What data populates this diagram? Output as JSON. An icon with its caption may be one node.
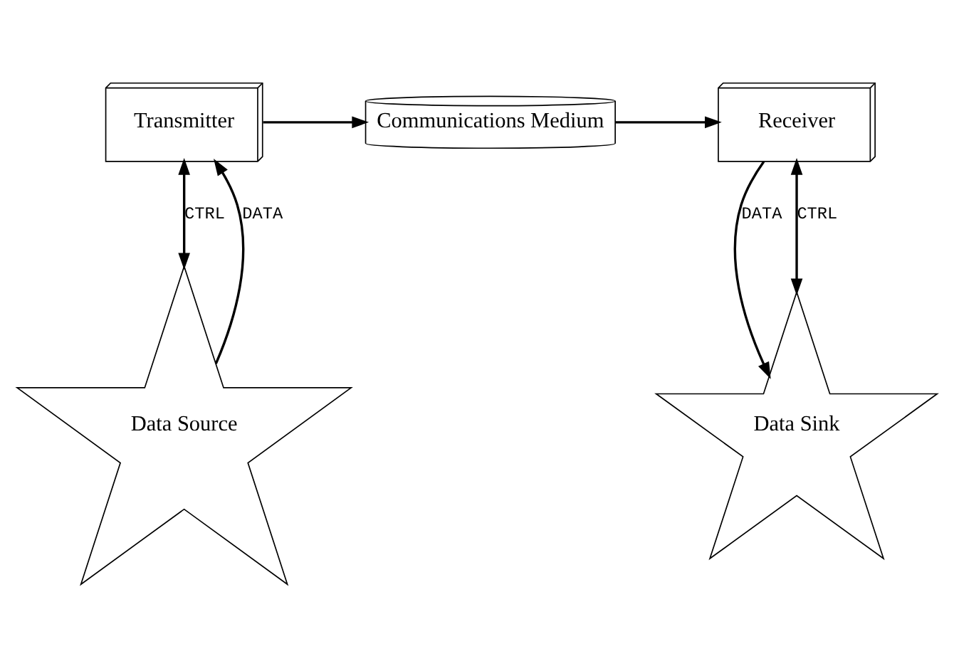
{
  "diagram": {
    "nodes": [
      {
        "text": [
          "Transmitter"
        ]
      },
      {
        "text": [
          "Communications Medium"
        ]
      },
      {
        "text": [
          "Receiver"
        ]
      },
      {
        "text": [
          "Data Source"
        ]
      },
      {
        "text": [
          "Data Sink"
        ]
      }
    ],
    "edges": [
      {
        "from": 0,
        "to": 1,
        "arrow": "to"
      },
      {
        "from": 1,
        "to": 2,
        "arrow": "to"
      },
      {
        "from": 3,
        "to": 0,
        "arrow": "to",
        "label": "DATA"
      },
      {
        "from": 0,
        "to": 3,
        "arrow": "both",
        "label": "CTRL"
      },
      {
        "from": 2,
        "to": 4,
        "arrow": "to",
        "label": "DATA"
      },
      {
        "from": 2,
        "to": 4,
        "arrow": "both",
        "label": "CTRL"
      }
    ]
  }
}
